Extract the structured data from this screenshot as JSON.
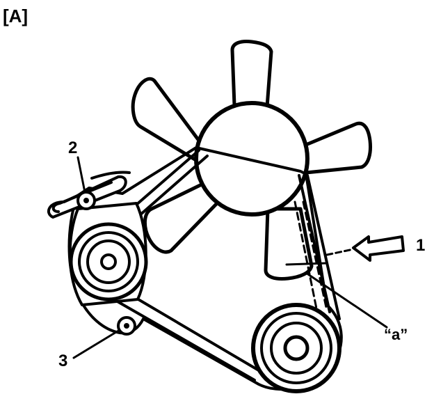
{
  "figure": {
    "panel_label": "[A]",
    "callouts": [
      {
        "id": "1",
        "text": "1"
      },
      {
        "id": "2",
        "text": "2"
      },
      {
        "id": "3",
        "text": "3"
      },
      {
        "id": "a",
        "text": "“a”"
      }
    ]
  }
}
